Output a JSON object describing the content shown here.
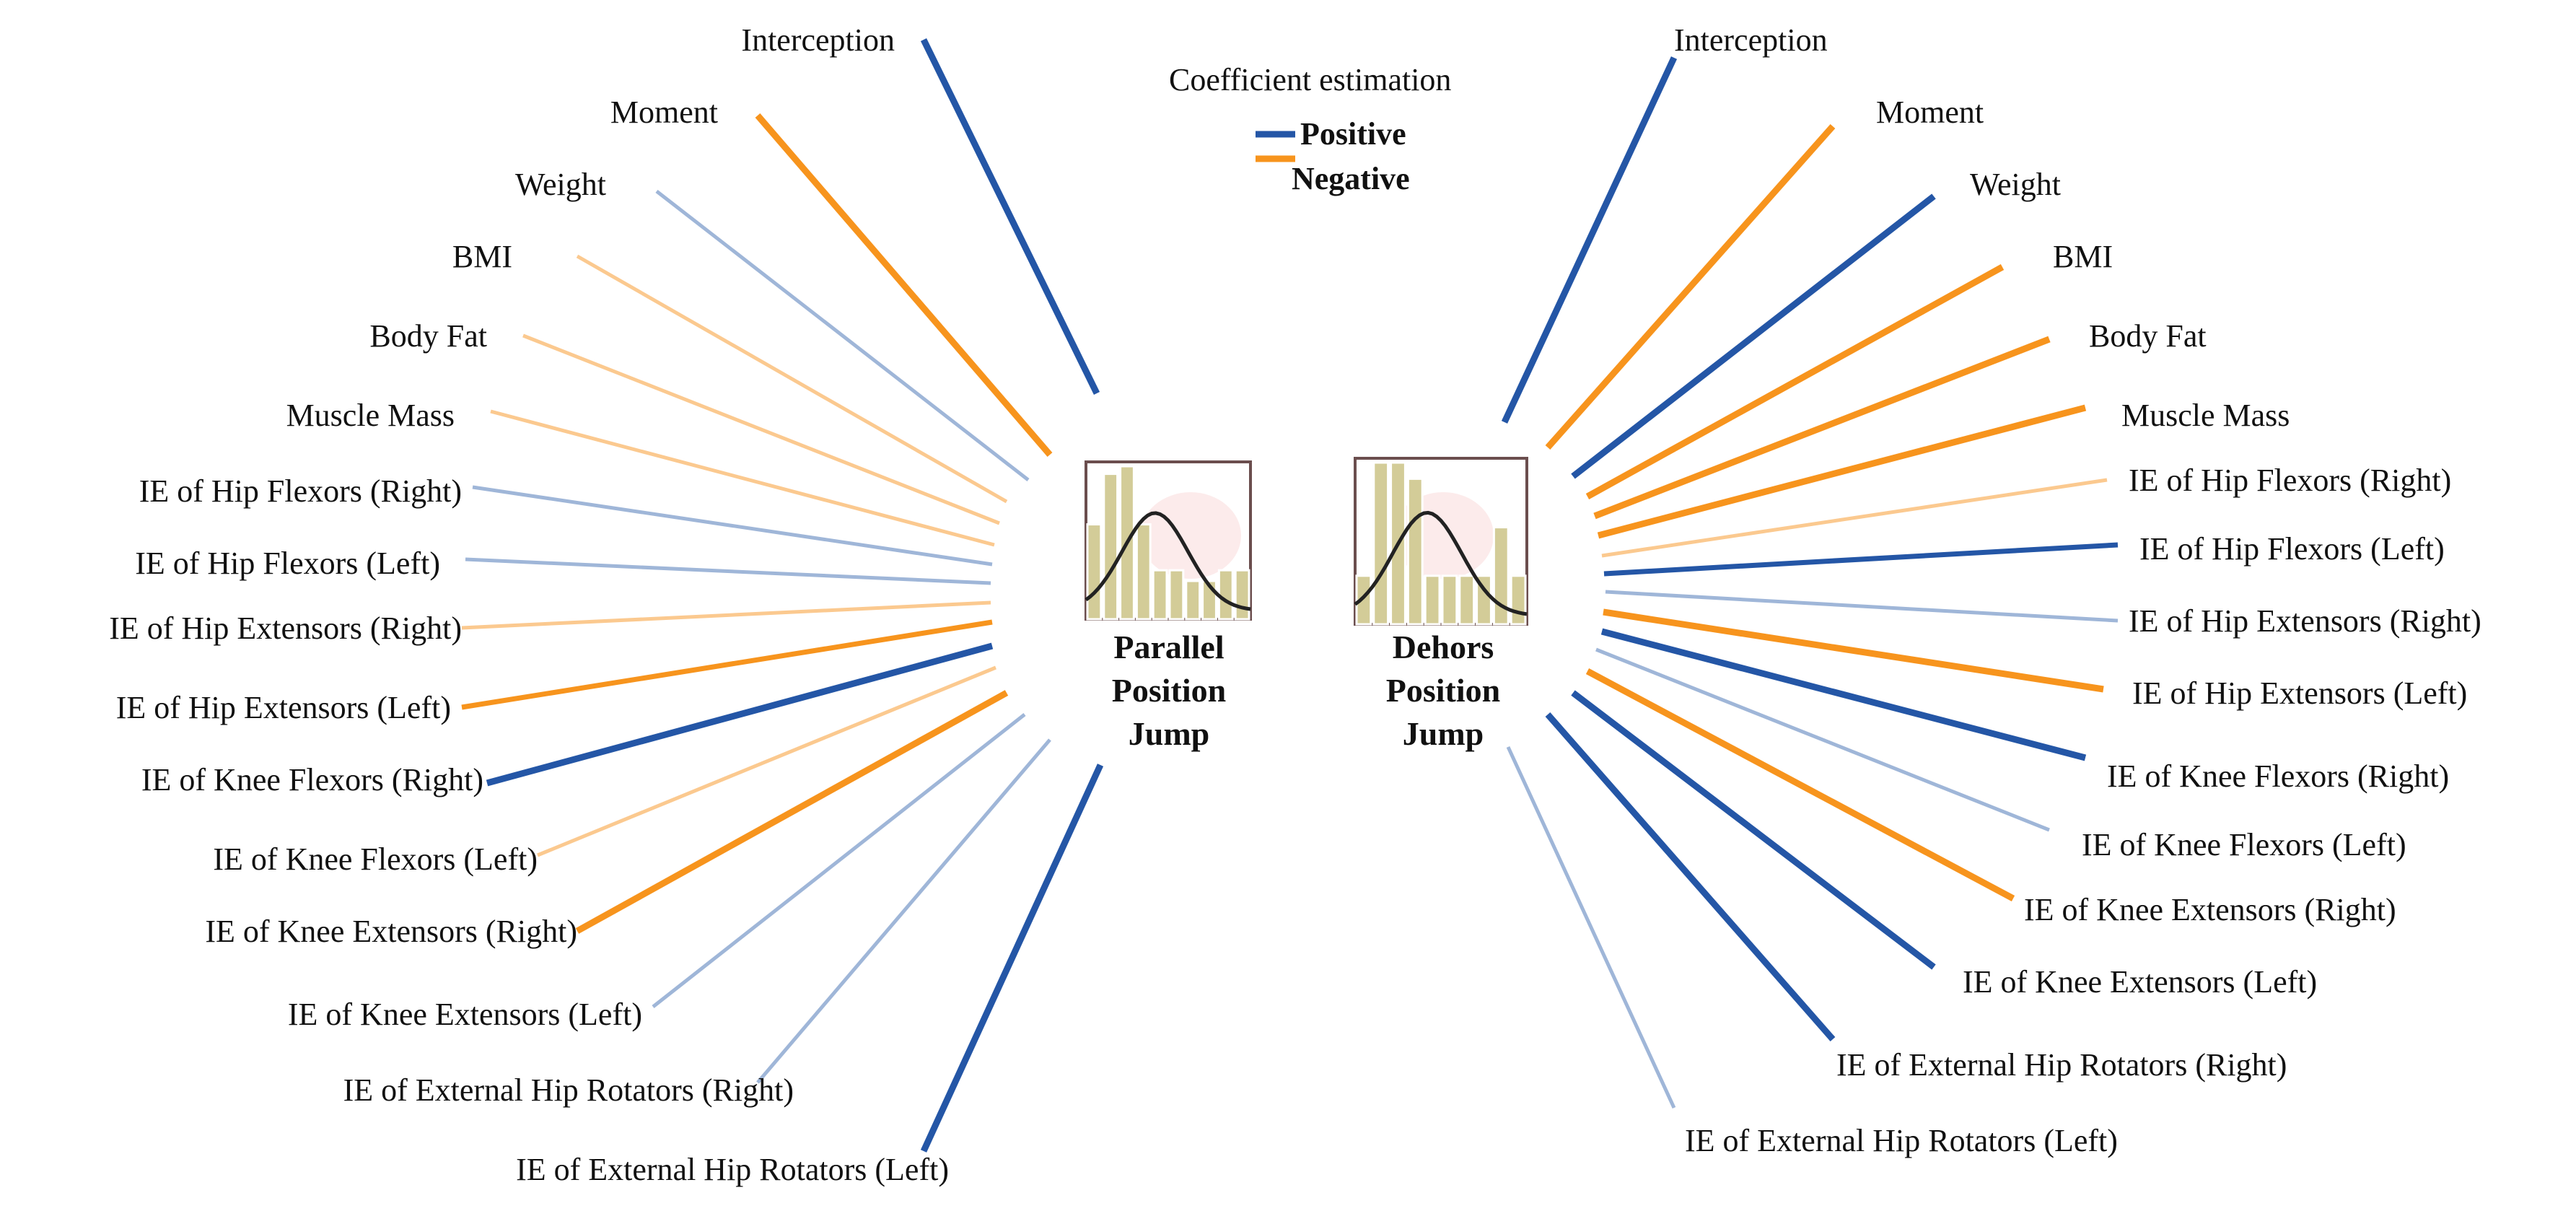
{
  "legend": {
    "title": "Coefficient estimation",
    "items": [
      {
        "label": "Positive",
        "color": "#2456a6"
      },
      {
        "label": "Negative",
        "color": "#f7941d"
      }
    ]
  },
  "colors": {
    "positive_strong": "#2456a6",
    "positive_light": "#9fb6d8",
    "negative_strong": "#f7941d",
    "negative_light": "#fbc98f",
    "histogram_bar": "#d3cc98",
    "histogram_frame": "#6b4e4e",
    "density_curve": "#222222"
  },
  "diagrams": [
    {
      "title_lines": [
        "Parallel",
        "Position",
        "Jump"
      ],
      "icon": "histogram-with-density-curve-icon",
      "variables": [
        {
          "label": "Interception",
          "sign": "positive",
          "strength": "strong"
        },
        {
          "label": "Moment",
          "sign": "negative",
          "strength": "strong"
        },
        {
          "label": "Weight",
          "sign": "positive",
          "strength": "weak"
        },
        {
          "label": "BMI",
          "sign": "negative",
          "strength": "weak"
        },
        {
          "label": "Body Fat",
          "sign": "negative",
          "strength": "weak"
        },
        {
          "label": "Muscle Mass",
          "sign": "negative",
          "strength": "weak"
        },
        {
          "label": "IE of Hip Flexors (Right)",
          "sign": "positive",
          "strength": "weak"
        },
        {
          "label": "IE of Hip Flexors (Left)",
          "sign": "positive",
          "strength": "weak"
        },
        {
          "label": "IE of Hip Extensors (Right)",
          "sign": "negative",
          "strength": "weak"
        },
        {
          "label": "IE of Hip Extensors (Left)",
          "sign": "negative",
          "strength": "medium"
        },
        {
          "label": "IE of Knee Flexors (Right)",
          "sign": "positive",
          "strength": "strong"
        },
        {
          "label": "IE  of Knee Flexors (Left)",
          "sign": "negative",
          "strength": "weak"
        },
        {
          "label": "IE of Knee Extensors (Right)",
          "sign": "negative",
          "strength": "strong"
        },
        {
          "label": "IE of Knee Extensors (Left)",
          "sign": "positive",
          "strength": "weak"
        },
        {
          "label": "IE of External Hip Rotators (Right)",
          "sign": "positive",
          "strength": "weak"
        },
        {
          "label": "IE of External Hip Rotators (Left)",
          "sign": "positive",
          "strength": "strong"
        }
      ]
    },
    {
      "title_lines": [
        "Dehors",
        "Position",
        "Jump"
      ],
      "icon": "histogram-with-density-curve-icon",
      "variables": [
        {
          "label": "Interception",
          "sign": "positive",
          "strength": "strong"
        },
        {
          "label": "Moment",
          "sign": "negative",
          "strength": "strong"
        },
        {
          "label": "Weight",
          "sign": "positive",
          "strength": "strong"
        },
        {
          "label": "BMI",
          "sign": "negative",
          "strength": "strong"
        },
        {
          "label": "Body Fat",
          "sign": "negative",
          "strength": "strong"
        },
        {
          "label": "Muscle Mass",
          "sign": "negative",
          "strength": "strong"
        },
        {
          "label": "IE of Hip Flexors (Right)",
          "sign": "negative",
          "strength": "weak"
        },
        {
          "label": "IE of Hip Flexors (Left)",
          "sign": "positive",
          "strength": "medium"
        },
        {
          "label": "IE of Hip Extensors (Right)",
          "sign": "positive",
          "strength": "weak"
        },
        {
          "label": "IE of Hip Extensors (Left)",
          "sign": "negative",
          "strength": "strong"
        },
        {
          "label": "IE of Knee Flexors (Right)",
          "sign": "positive",
          "strength": "strong"
        },
        {
          "label": "IE  of Knee Flexors (Left)",
          "sign": "positive",
          "strength": "weak"
        },
        {
          "label": "IE of Knee Extensors (Right)",
          "sign": "negative",
          "strength": "strong"
        },
        {
          "label": "IE of Knee Extensors (Left)",
          "sign": "positive",
          "strength": "strong"
        },
        {
          "label": "IE of External Hip Rotators (Right)",
          "sign": "positive",
          "strength": "strong"
        },
        {
          "label": "IE of External Hip Rotators (Left)",
          "sign": "positive",
          "strength": "weak"
        }
      ]
    }
  ]
}
